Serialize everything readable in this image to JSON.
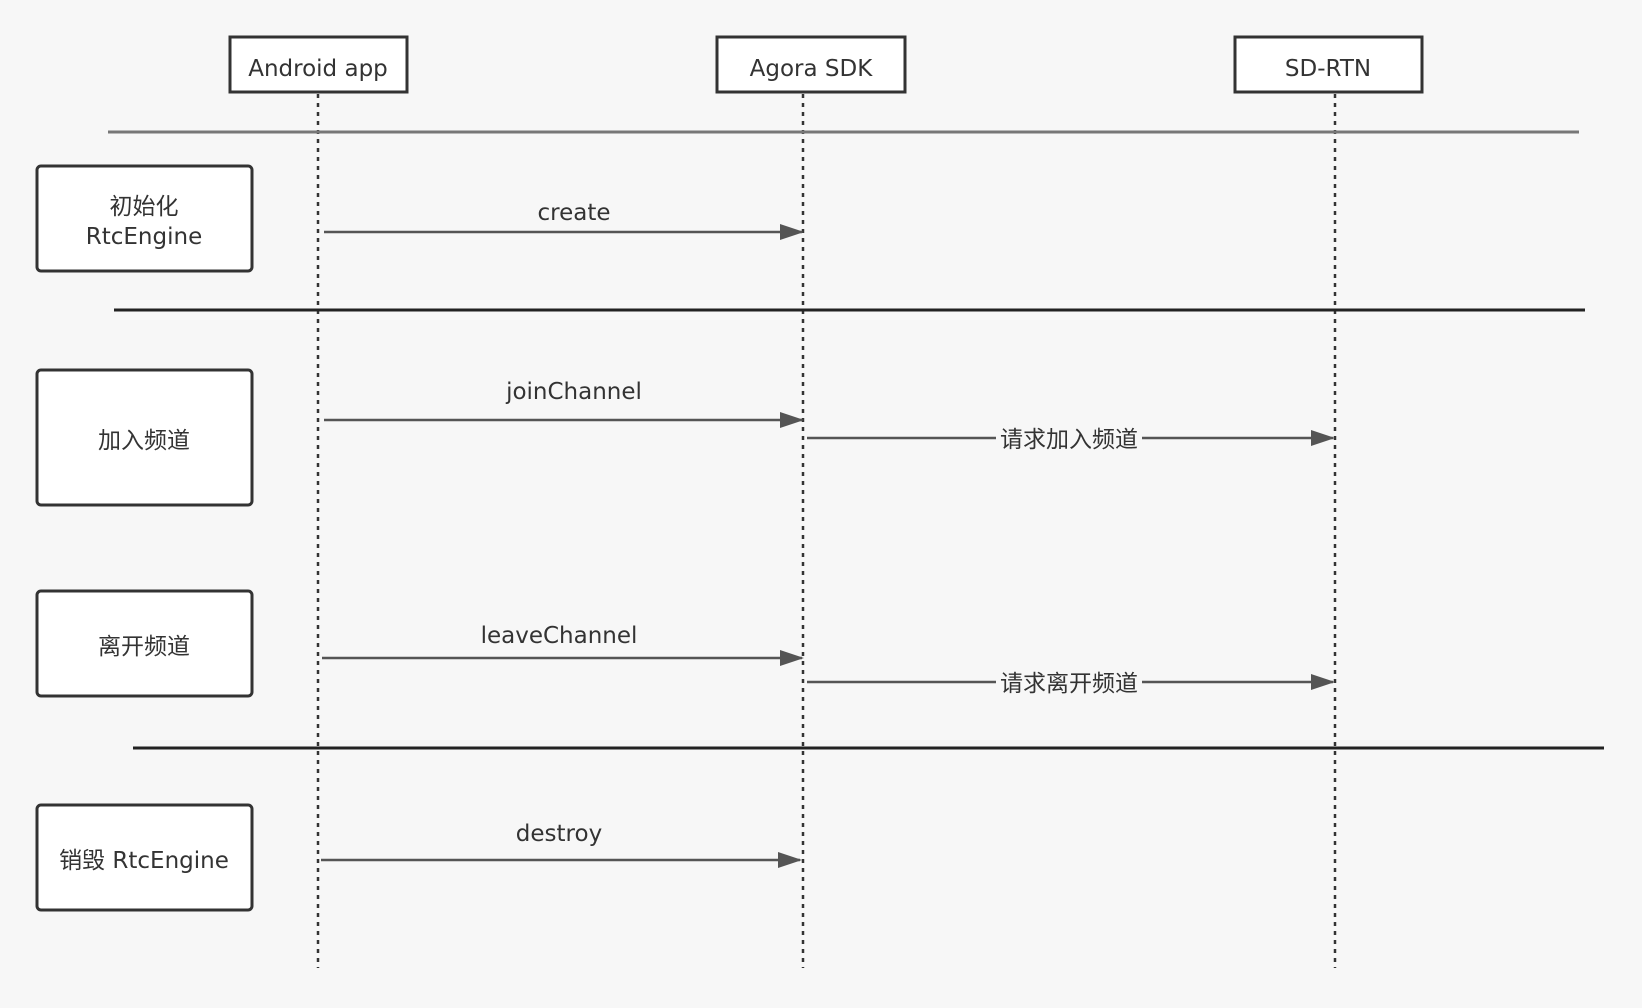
{
  "diagram": {
    "actors": [
      {
        "id": "android",
        "label": "Android app"
      },
      {
        "id": "sdk",
        "label": "Agora SDK"
      },
      {
        "id": "rtn",
        "label": "SD-RTN"
      }
    ],
    "phases": [
      {
        "id": "init",
        "lines": [
          "初始化",
          "RtcEngine"
        ]
      },
      {
        "id": "join",
        "lines": [
          "加入频道"
        ]
      },
      {
        "id": "leave",
        "lines": [
          "离开频道"
        ]
      },
      {
        "id": "destroy",
        "lines": [
          "销毁 RtcEngine"
        ]
      }
    ],
    "messages": [
      {
        "id": "create",
        "label": "create",
        "from": "android",
        "to": "sdk"
      },
      {
        "id": "join-channel",
        "label": "joinChannel",
        "from": "android",
        "to": "sdk"
      },
      {
        "id": "request-join",
        "label": "请求加入频道",
        "from": "sdk",
        "to": "rtn"
      },
      {
        "id": "leave-channel",
        "label": "leaveChannel",
        "from": "android",
        "to": "sdk"
      },
      {
        "id": "request-leave",
        "label": "请求离开频道",
        "from": "sdk",
        "to": "rtn"
      },
      {
        "id": "destroy",
        "label": "destroy",
        "from": "android",
        "to": "sdk"
      }
    ],
    "colors": {
      "background": "#f7f7f7",
      "stroke": "#333333",
      "arrow": "#555555",
      "separator": "#222222",
      "text": "#333333"
    }
  }
}
